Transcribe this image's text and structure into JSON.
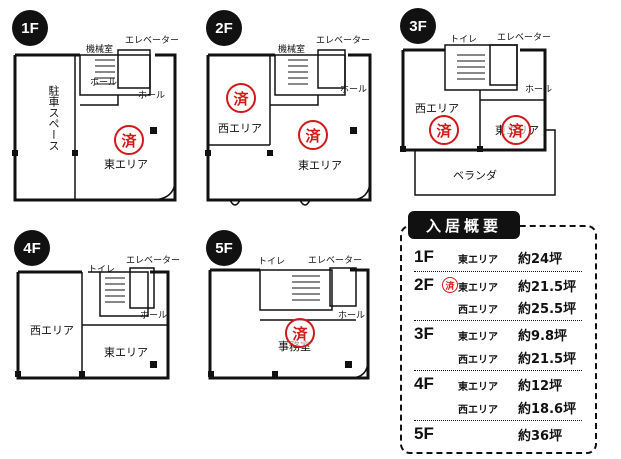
{
  "floors": {
    "f1": {
      "badge": "1F",
      "rooms": {
        "machine": "機械室",
        "elevator": "エレベーター",
        "hall1": "ホール",
        "hall2": "ホール",
        "parking": "駐車スペース",
        "east": "東エリア"
      },
      "stamp": "済"
    },
    "f2": {
      "badge": "2F",
      "rooms": {
        "machine": "機械室",
        "elevator": "エレベーター",
        "hall": "ホール",
        "west": "西エリア",
        "east": "東エリア"
      },
      "stamps": [
        "済",
        "済"
      ]
    },
    "f3": {
      "badge": "3F",
      "rooms": {
        "toilet": "トイレ",
        "elevator": "エレベーター",
        "hall": "ホール",
        "west": "西エリア",
        "east": "東エリア",
        "veranda": "ベランダ"
      },
      "stamps": [
        "済",
        "済"
      ]
    },
    "f4": {
      "badge": "4F",
      "rooms": {
        "toilet": "トイレ",
        "elevator": "エレベーター",
        "hall": "ホール",
        "west": "西エリア",
        "east": "東エリア"
      }
    },
    "f5": {
      "badge": "5F",
      "rooms": {
        "toilet": "トイレ",
        "elevator": "エレベーター",
        "hall": "ホール",
        "office": "事務室"
      },
      "stamp": "済"
    }
  },
  "summary": {
    "title": "入居概要",
    "rows": [
      {
        "floor": "1F",
        "area": "東エリア",
        "size": "約24坪"
      },
      {
        "floor": "2F",
        "stamp": "済",
        "area": "東エリア",
        "size": "約21.5坪"
      },
      {
        "floor": "",
        "area": "西エリア",
        "size": "約25.5坪"
      },
      {
        "floor": "3F",
        "area": "東エリア",
        "size": "約9.8坪"
      },
      {
        "floor": "",
        "area": "西エリア",
        "size": "約21.5坪"
      },
      {
        "floor": "4F",
        "area": "東エリア",
        "size": "約12坪"
      },
      {
        "floor": "",
        "area": "西エリア",
        "size": "約18.6坪"
      },
      {
        "floor": "5F",
        "area": "",
        "size": "約36坪"
      }
    ]
  },
  "colors": {
    "stamp": "#d21919",
    "ink": "#111111"
  }
}
